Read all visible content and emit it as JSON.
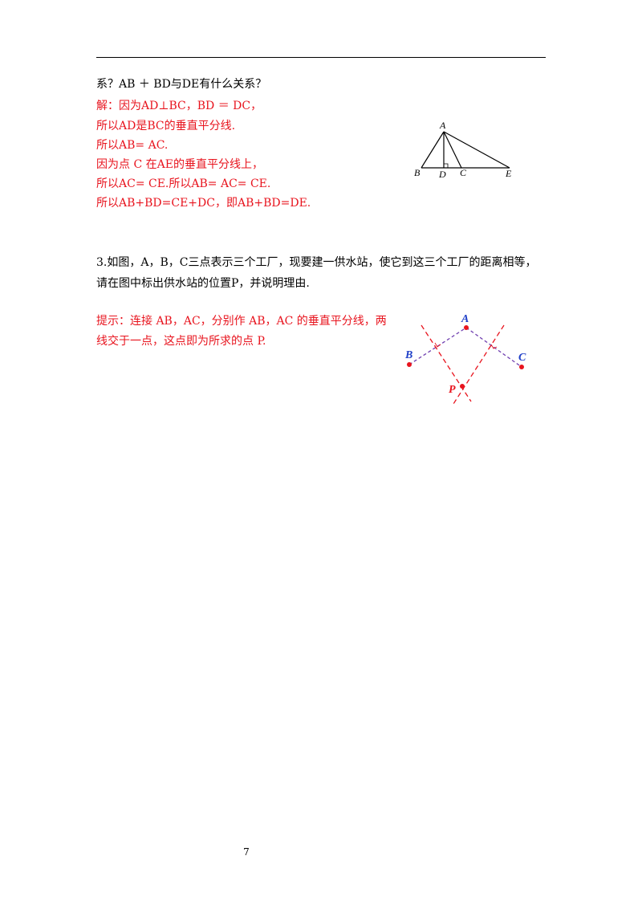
{
  "problem2": {
    "question_tail": "系？AB ＋ BD与DE有什么关系？",
    "solution_lines": [
      "解：因为AD⊥BC，BD ＝ DC，",
      "所以AD是BC的垂直平分线.",
      "所以AB= AC.",
      "因为点 C 在AE的垂直平分线上，",
      "所以AC= CE.所以AB= AC= CE.",
      "所以AB+BD=CE+DC，即AB+BD=DE."
    ],
    "figure_labels": {
      "A": "A",
      "B": "B",
      "D": "D",
      "C": "C",
      "E": "E"
    }
  },
  "problem3": {
    "question_lines": [
      "3.如图，A，B，C三点表示三个工厂，现要建一供水站，使它到这三个工厂的距离相等，",
      "请在图中标出供水站的位置P，并说明理由."
    ],
    "hint_lines": [
      "提示：连接 AB，AC，分别作 AB，AC 的垂直平分线，两",
      "线交于一点，这点即为所求的点 P."
    ],
    "figure_labels": {
      "A": "A",
      "B": "B",
      "C": "C",
      "P": "P"
    }
  },
  "colors": {
    "red": "#e8141e",
    "blue": "#2040c8",
    "purple": "#7040b0"
  },
  "page_number": "7"
}
